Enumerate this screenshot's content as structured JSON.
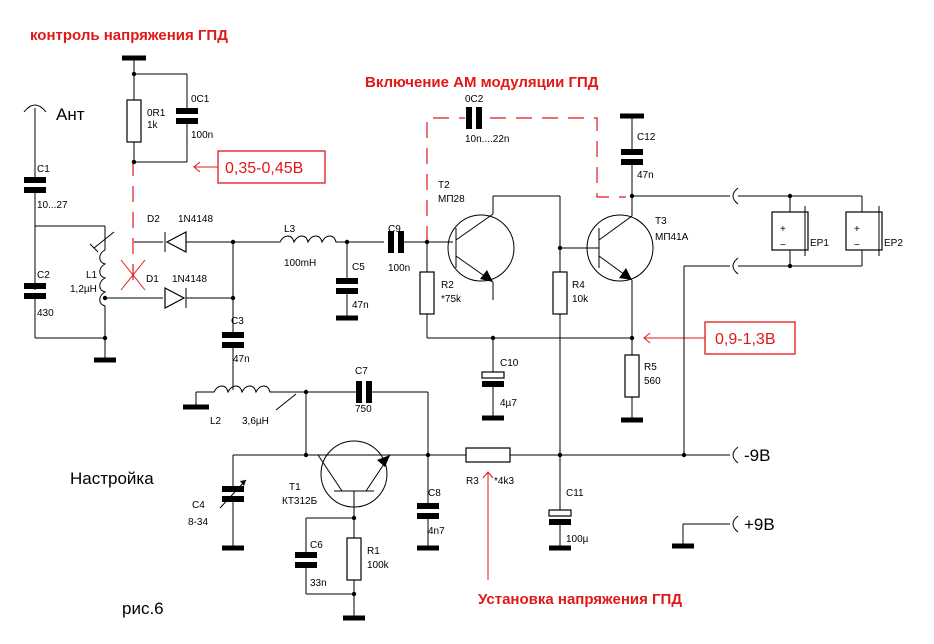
{
  "notes": {
    "voltage_check": "контроль напряжения ГПД",
    "am_enable": "Включение АМ модуляции ГПД",
    "voltage_set": "Установка напряжения ГПД",
    "v1": "0,35-0,45В",
    "v2": "0,9-1,3В"
  },
  "labels": {
    "ant": "Ант",
    "tuning": "Настройка",
    "minus9": "-9В",
    "plus9": "+9В",
    "figure": "рис.6"
  },
  "components": {
    "C1": {
      "ref": "C1",
      "value": "10...27"
    },
    "C2": {
      "ref": "C2",
      "value": "430"
    },
    "L1": {
      "ref": "L1",
      "value": "1,2µH"
    },
    "R01": {
      "ref": "0R1",
      "value": "1k"
    },
    "C01": {
      "ref": "0C1",
      "value": "100n"
    },
    "D1": {
      "ref": "D1",
      "value": "1N4148"
    },
    "D2": {
      "ref": "D2",
      "value": "1N4148"
    },
    "L3": {
      "ref": "L3",
      "value": "100mH"
    },
    "C5": {
      "ref": "C5",
      "value": "47n"
    },
    "C9": {
      "ref": "C9",
      "value": "100n"
    },
    "C02": {
      "ref": "0C2",
      "value": "10n....22n"
    },
    "T2": {
      "ref": "T2",
      "value": "МП28"
    },
    "T3": {
      "ref": "T3",
      "value": "МП41А"
    },
    "R2": {
      "ref": "R2",
      "value": "*75k"
    },
    "R4": {
      "ref": "R4",
      "value": "10k"
    },
    "C12": {
      "ref": "C12",
      "value": "47n"
    },
    "EP1": {
      "ref": "EP1"
    },
    "EP2": {
      "ref": "EP2"
    },
    "C3": {
      "ref": "C3",
      "value": "47n"
    },
    "L2": {
      "ref": "L2",
      "value": "3,6µH"
    },
    "C7": {
      "ref": "C7",
      "value": "750"
    },
    "C10": {
      "ref": "C10",
      "value": "4µ7"
    },
    "R5": {
      "ref": "R5",
      "value": "560"
    },
    "C4": {
      "ref": "C4",
      "value": "8-34"
    },
    "T1": {
      "ref": "T1",
      "value": "КТ312Б"
    },
    "C8": {
      "ref": "C8",
      "value": "4n7"
    },
    "R3": {
      "ref": "R3",
      "value": "*4k3"
    },
    "C11": {
      "ref": "C11",
      "value": "100µ"
    },
    "C6": {
      "ref": "C6",
      "value": "33n"
    },
    "R1": {
      "ref": "R1",
      "value": "100k"
    }
  },
  "colors": {
    "annotation": "#e01818",
    "wire": "#000000",
    "background": "#ffffff"
  }
}
